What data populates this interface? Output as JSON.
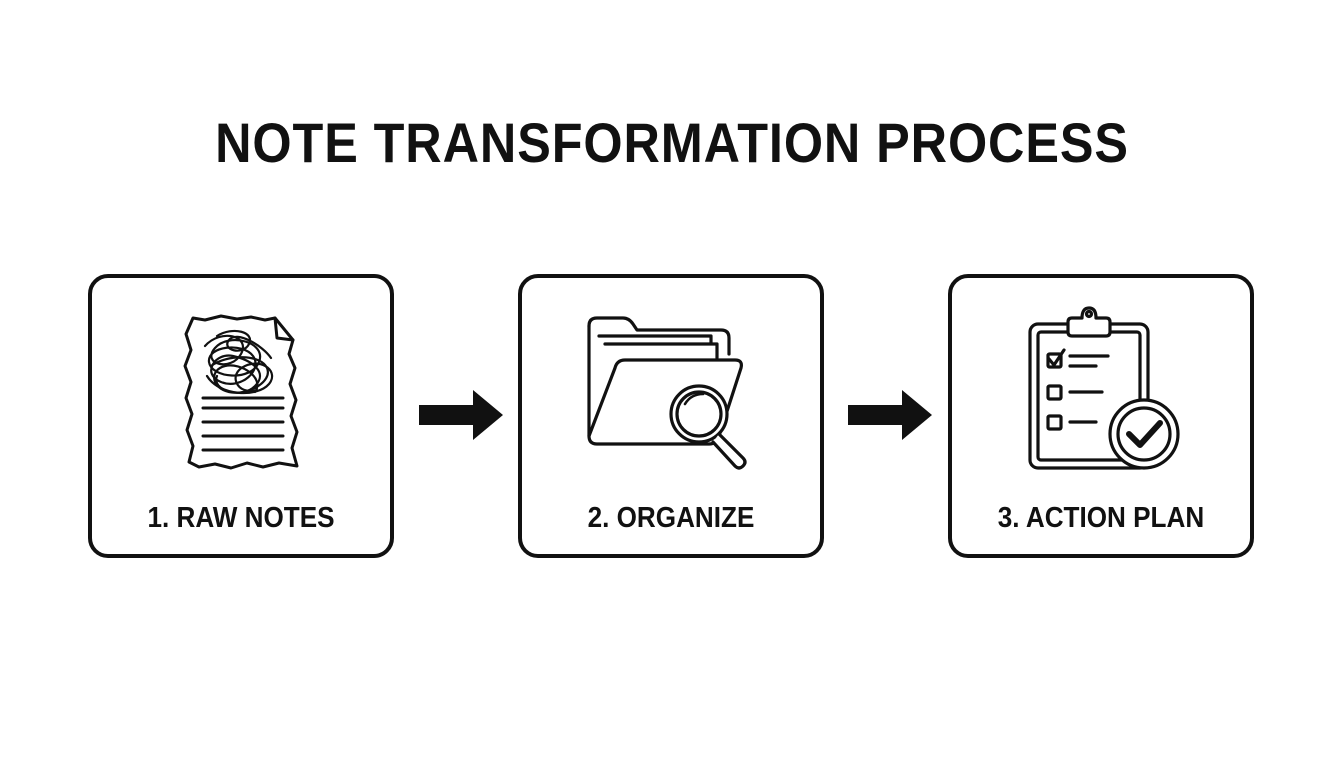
{
  "title": "NOTE TRANSFORMATION PROCESS",
  "steps": [
    {
      "label": "1. RAW NOTES",
      "icon": "scribbled-paper-icon"
    },
    {
      "label": "2. ORGANIZE",
      "icon": "folder-search-icon"
    },
    {
      "label": "3. ACTION PLAN",
      "icon": "clipboard-check-icon"
    }
  ],
  "arrows": [
    "arrow-right-icon",
    "arrow-right-icon"
  ],
  "colors": {
    "stroke": "#111111",
    "background": "#ffffff"
  }
}
